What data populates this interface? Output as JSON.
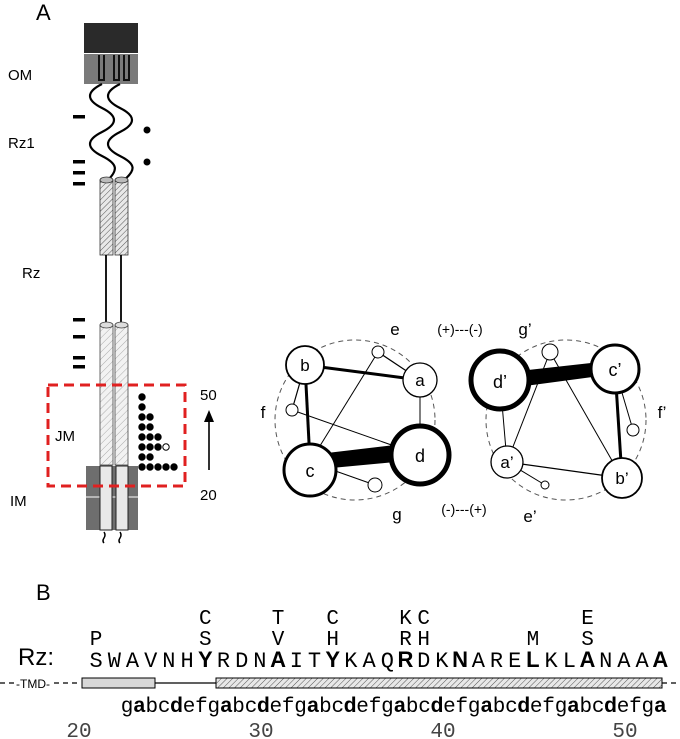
{
  "panel_a": {
    "panel_label": "A",
    "region_labels": {
      "om": "OM",
      "rz1": "Rz1",
      "rz": "Rz",
      "jm": "JM",
      "im": "IM"
    },
    "axis": {
      "top": "50",
      "bottom": "20"
    }
  },
  "helical_wheel": {
    "left_positions": {
      "a": "a",
      "b": "b",
      "c": "c",
      "d": "d",
      "e": "e",
      "f": "f",
      "g": "g"
    },
    "right_positions": {
      "a": "a’",
      "b": "b’",
      "c": "c’",
      "d": "d’",
      "e": "e’",
      "f": "f’",
      "g": "g’"
    },
    "top_interaction": "(+)---(-)",
    "bottom_interaction": "(-)---(+)"
  },
  "panel_b": {
    "panel_label": "B",
    "seq_label": "Rz:",
    "sequence": [
      "S",
      "W",
      "A",
      "V",
      "N",
      "H",
      "Y",
      "R",
      "D",
      "N",
      "A",
      "I",
      "T",
      "Y",
      "K",
      "A",
      "Q",
      "R",
      "D",
      "K",
      "N",
      "A",
      "R",
      "E",
      "L",
      "K",
      "L",
      "A",
      "N",
      "A",
      "A",
      "A"
    ],
    "bold_indices": [
      6,
      10,
      13,
      17,
      20,
      24,
      27,
      31
    ],
    "substitutions_row1": [
      {
        "index": 6,
        "text": "C"
      },
      {
        "index": 10,
        "text": "T"
      },
      {
        "index": 13,
        "text": "C"
      },
      {
        "index": 17,
        "text": "K"
      },
      {
        "index": 18,
        "text": "C"
      },
      {
        "index": 27,
        "text": "E"
      }
    ],
    "substitutions_row2": [
      {
        "index": 6,
        "text": "S"
      },
      {
        "index": 10,
        "text": "V"
      },
      {
        "index": 13,
        "text": "H"
      },
      {
        "index": 17,
        "text": "R"
      },
      {
        "index": 18,
        "text": "H"
      },
      {
        "index": 24,
        "text": "M"
      },
      {
        "index": 27,
        "text": "S"
      }
    ],
    "substitutions_row3": [
      {
        "index": 0,
        "text": "P"
      }
    ],
    "tmd_label": "-TMD-",
    "heptad": [
      "g",
      "a",
      "b",
      "c",
      "d",
      "e",
      "f",
      "g",
      "a",
      "b",
      "c",
      "d",
      "e",
      "f",
      "g",
      "a",
      "b",
      "c",
      "d",
      "e",
      "f",
      "g",
      "a",
      "b",
      "c",
      "d",
      "e",
      "f",
      "g",
      "a",
      "b",
      "c",
      "d",
      "e",
      "f",
      "g",
      "a",
      "b",
      "c",
      "d",
      "e",
      "f",
      "g",
      "a"
    ],
    "heptad_bold": [
      "a",
      "d"
    ],
    "ruler_ticks": [
      "20",
      "30",
      "40",
      "50"
    ]
  }
}
